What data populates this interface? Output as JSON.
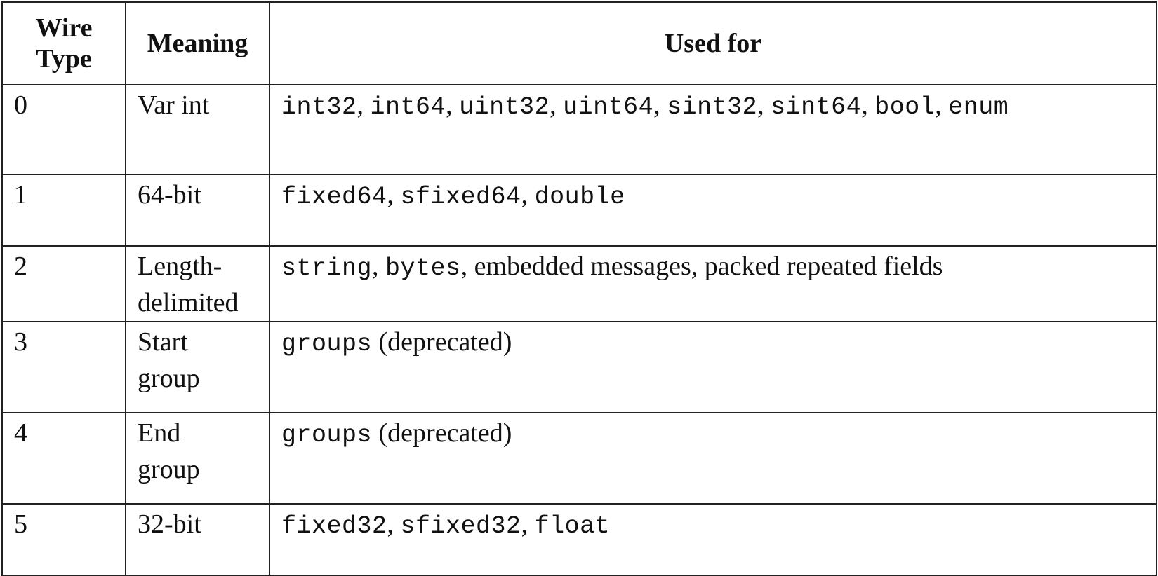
{
  "headers": {
    "wire_type": [
      "Wire",
      "Type"
    ],
    "meaning": "Meaning",
    "used_for": "Used for"
  },
  "rows": [
    {
      "type": "0",
      "meaning": [
        "Var int"
      ],
      "used_for": [
        {
          "text": "int32",
          "code": true
        },
        {
          "text": ", ",
          "code": false
        },
        {
          "text": "int64",
          "code": true
        },
        {
          "text": ", ",
          "code": false
        },
        {
          "text": "uint32",
          "code": true
        },
        {
          "text": ", ",
          "code": false
        },
        {
          "text": "uint64",
          "code": true
        },
        {
          "text": ", ",
          "code": false
        },
        {
          "text": "sint32",
          "code": true
        },
        {
          "text": ", ",
          "code": false
        },
        {
          "text": "sint64",
          "code": true
        },
        {
          "text": ", ",
          "code": false
        },
        {
          "text": "bool",
          "code": true
        },
        {
          "text": ", ",
          "code": false
        },
        {
          "text": "enum",
          "code": true
        }
      ]
    },
    {
      "type": "1",
      "meaning": [
        "64-bit"
      ],
      "used_for": [
        {
          "text": "fixed64",
          "code": true
        },
        {
          "text": ", ",
          "code": false
        },
        {
          "text": "sfixed64",
          "code": true
        },
        {
          "text": ", ",
          "code": false
        },
        {
          "text": "double",
          "code": true
        }
      ]
    },
    {
      "type": "2",
      "meaning": [
        "Length-",
        "delimited"
      ],
      "used_for": [
        {
          "text": "string",
          "code": true
        },
        {
          "text": ", ",
          "code": false
        },
        {
          "text": "bytes",
          "code": true
        },
        {
          "text": ", embedded messages, packed repeated fields",
          "code": false
        }
      ]
    },
    {
      "type": "3",
      "meaning": [
        "Start",
        "group"
      ],
      "used_for": [
        {
          "text": "groups",
          "code": true
        },
        {
          "text": " (deprecated)",
          "code": false
        }
      ]
    },
    {
      "type": "4",
      "meaning": [
        "End",
        "group"
      ],
      "used_for": [
        {
          "text": "groups",
          "code": true
        },
        {
          "text": " (deprecated)",
          "code": false
        }
      ]
    },
    {
      "type": "5",
      "meaning": [
        "32-bit"
      ],
      "used_for": [
        {
          "text": "fixed32",
          "code": true
        },
        {
          "text": ", ",
          "code": false
        },
        {
          "text": "sfixed32",
          "code": true
        },
        {
          "text": ", ",
          "code": false
        },
        {
          "text": "float",
          "code": true
        }
      ]
    }
  ]
}
